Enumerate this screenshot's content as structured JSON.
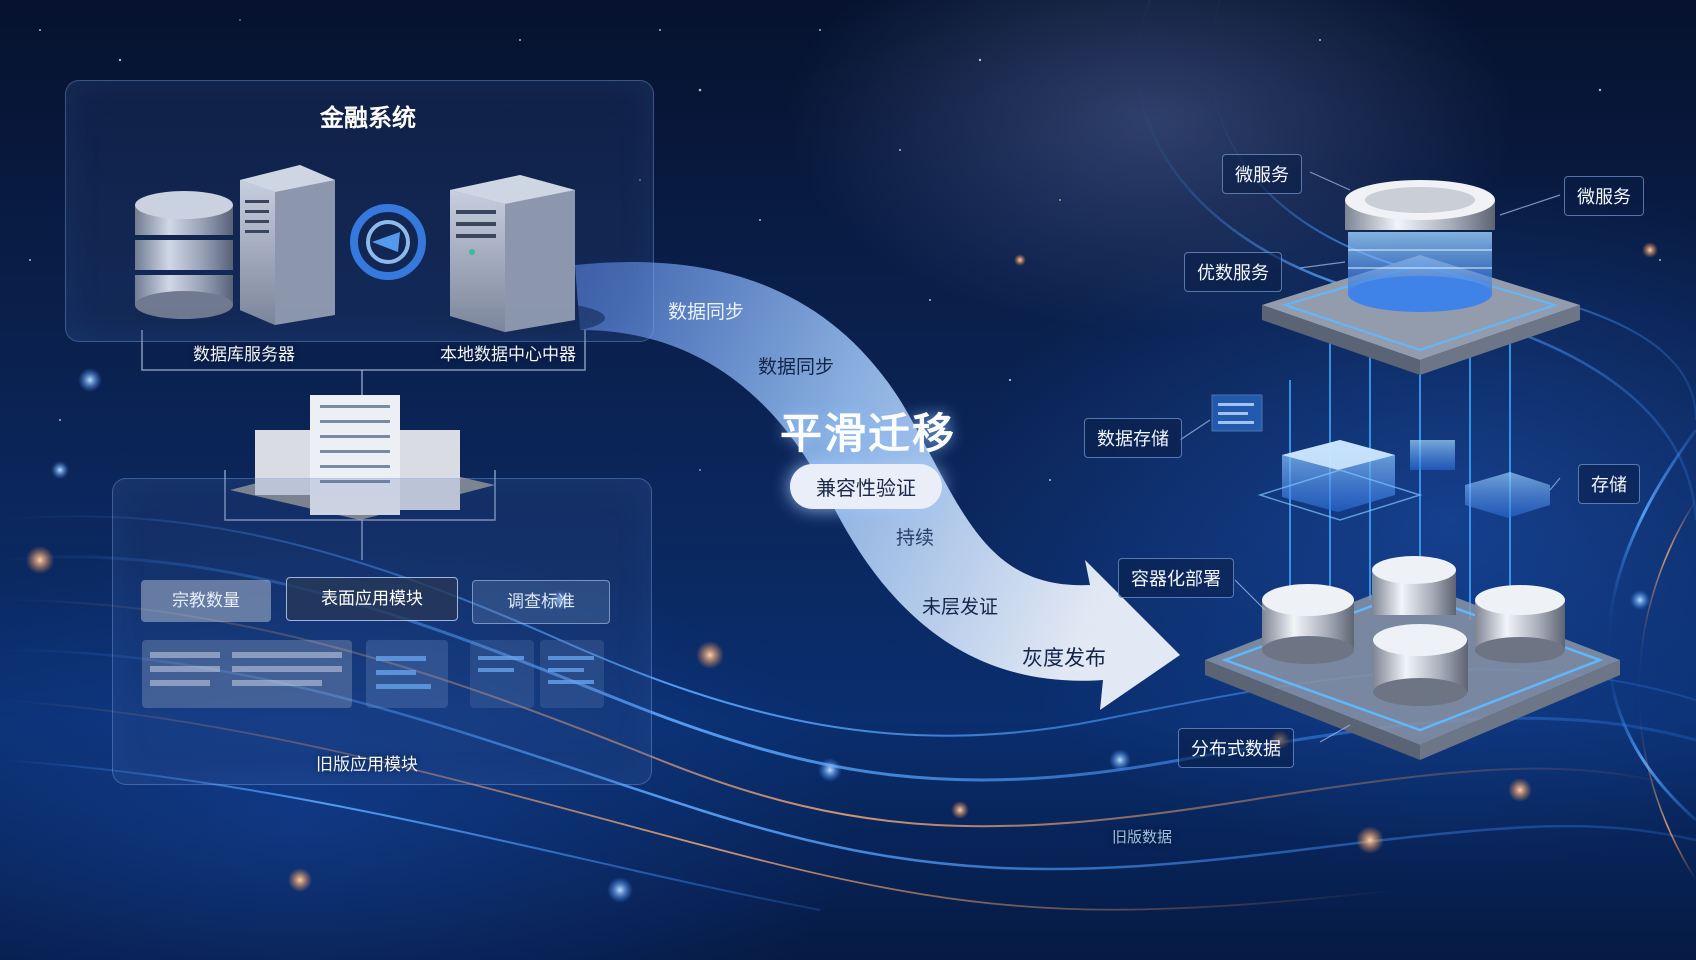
{
  "legacy": {
    "title": "金融系统",
    "db_server_label": "数据库服务器",
    "local_dc_label": "本地数据中心中器",
    "modules": [
      "宗教数量",
      "表面应用模块",
      "调查标准"
    ],
    "old_module_label": "旧版应用模块",
    "footer_note": "旧版数据"
  },
  "migration": {
    "flow_labels": [
      "数据同步",
      "数据同步"
    ],
    "title": "平滑迁移",
    "compat": "兼容性验证",
    "steps": [
      "持续",
      "未层发证",
      "灰度发布"
    ]
  },
  "cloud": {
    "labels": [
      "微服务",
      "微服务",
      "优数服务",
      "数据存储",
      "容器化部署",
      "分布式数据",
      "存储"
    ]
  },
  "colors": {
    "accent": "#3a8dff",
    "glow": "#7fc4ff",
    "orange": "#ff9a55"
  }
}
